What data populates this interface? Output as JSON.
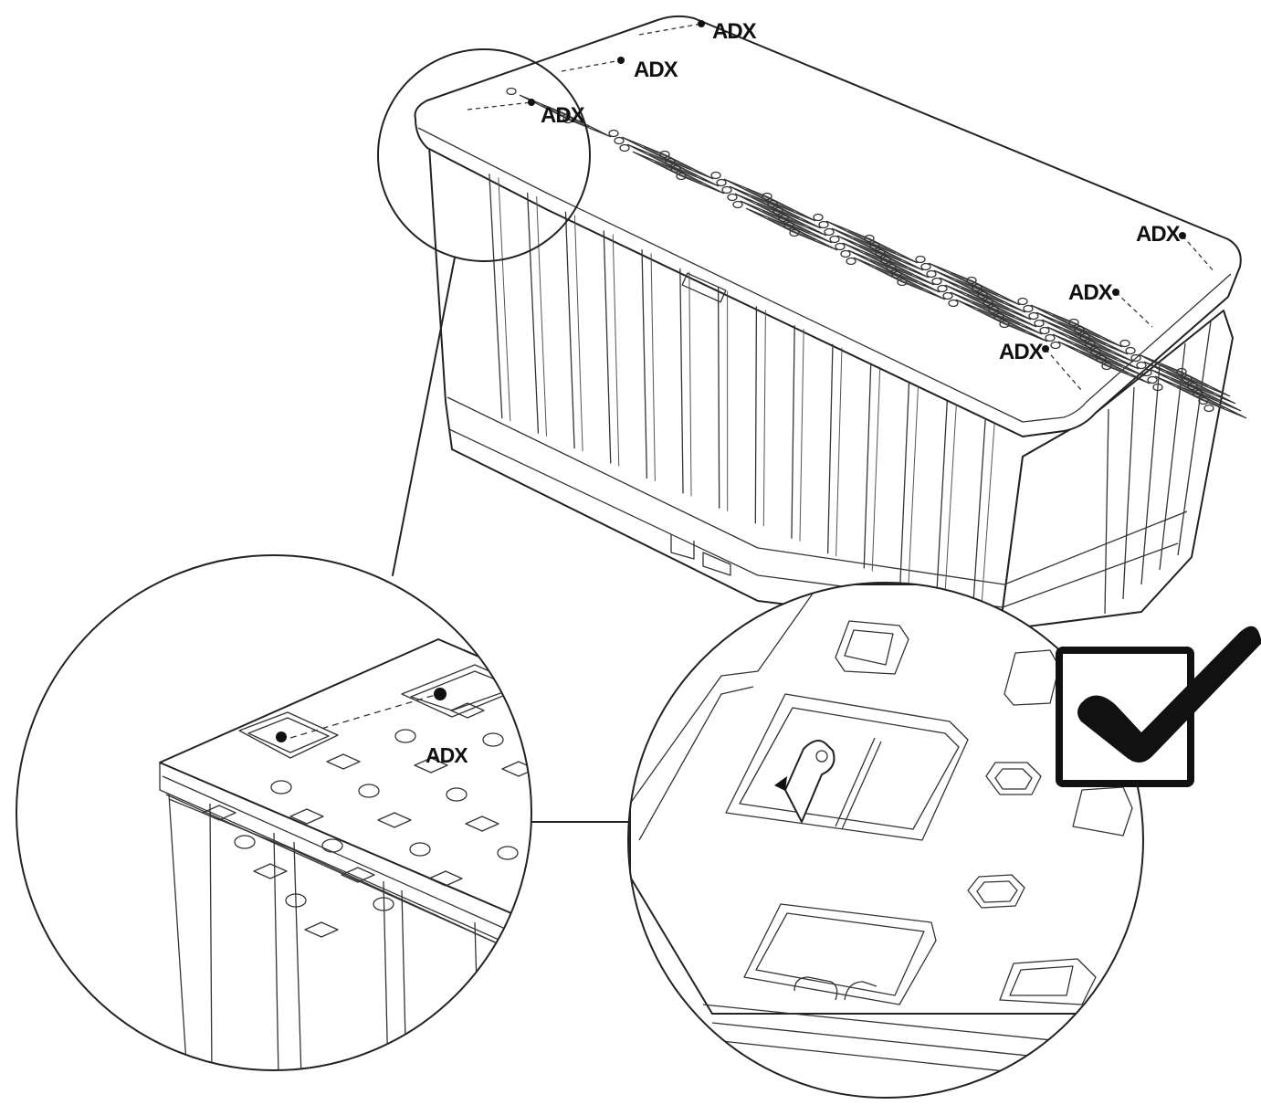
{
  "callouts": {
    "label": "ADX",
    "count_main": 6,
    "count_zoom": 1
  },
  "colors": {
    "line": "#222222",
    "background": "#ffffff",
    "check": "#111111"
  },
  "icons": {
    "approval": "check-mark-icon"
  }
}
